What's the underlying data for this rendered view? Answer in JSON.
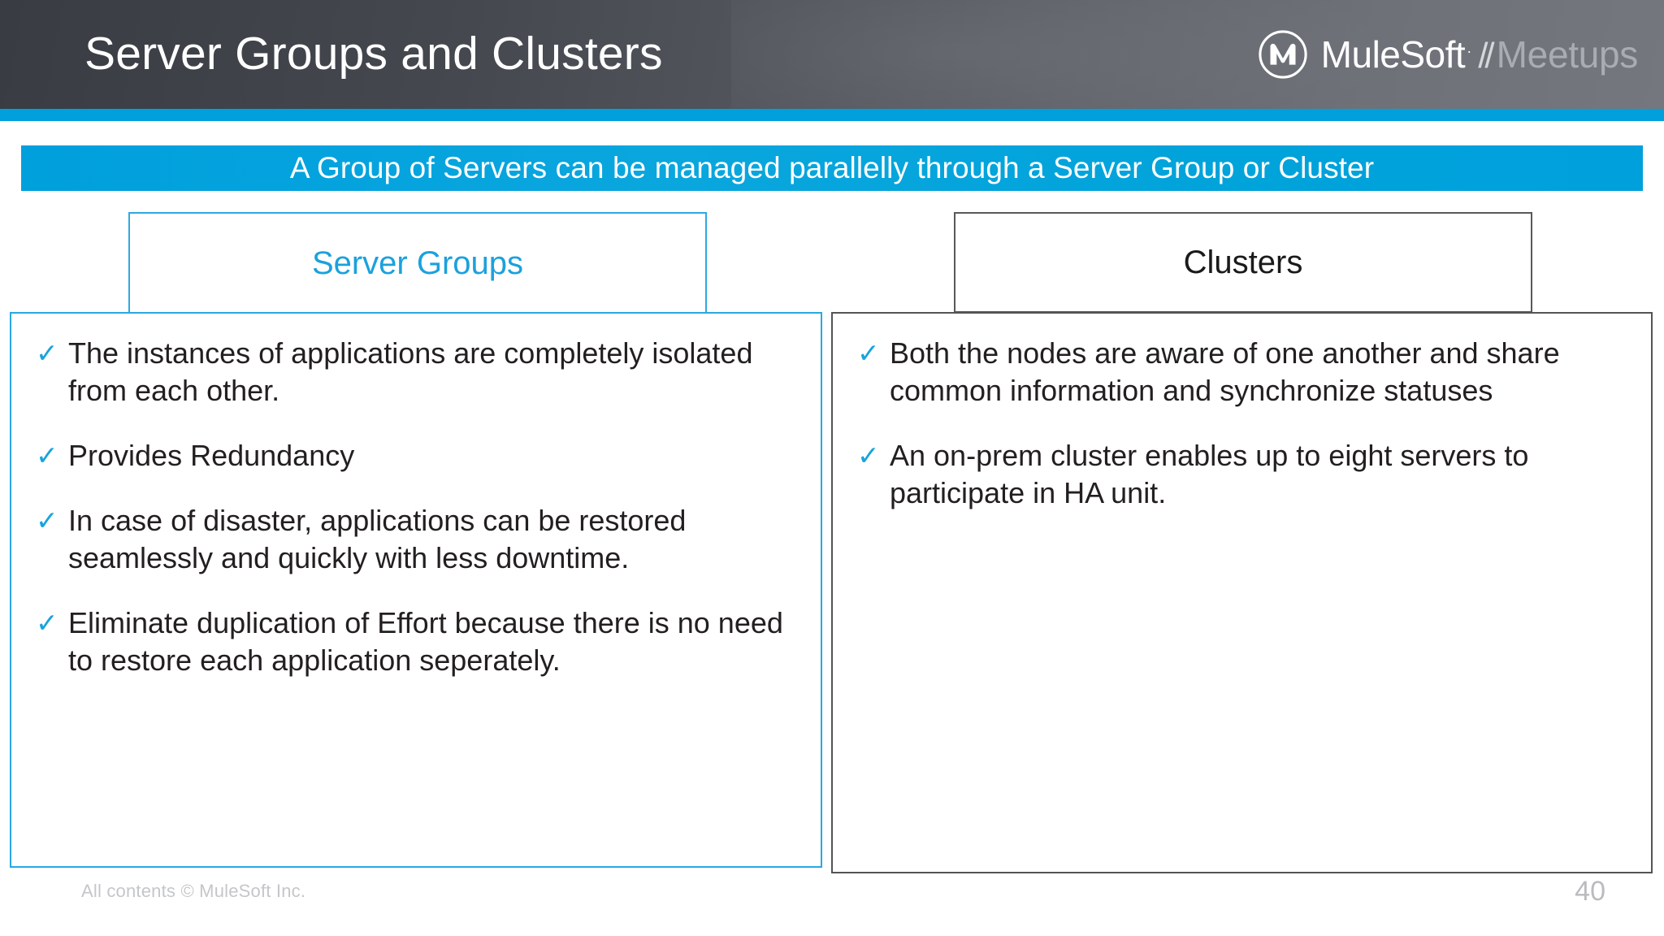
{
  "header": {
    "title": "Server Groups and Clusters",
    "brand": {
      "mark_icon": "mulesoft-m-logo-icon",
      "name": "MuleSoft",
      "registered": "·",
      "separator": "//",
      "sub": "Meetups"
    },
    "accent_color": "#00a0dd",
    "gradient_from": "#393c43",
    "gradient_to": "#74777e"
  },
  "banner": {
    "text": "A Group of Servers can be managed parallelly through a Server Group or Cluster",
    "background": "#00a0dd",
    "text_color": "#ffffff"
  },
  "columns": [
    {
      "id": "server-groups",
      "heading": "Server Groups",
      "heading_color": "#1ba1dd",
      "border_color": "#29a8e0",
      "bullet_icon": "check-icon",
      "bullets": [
        "The instances of applications are completely isolated from each other.",
        "Provides Redundancy",
        "In case of disaster, applications can be restored seamlessly and quickly with less downtime.",
        "Eliminate duplication of Effort because there is no need to restore each application seperately."
      ]
    },
    {
      "id": "clusters",
      "heading": "Clusters",
      "heading_color": "#1a1a1a",
      "border_color": "#545454",
      "bullet_icon": "check-icon",
      "bullets": [
        "Both the nodes are aware of one another and share common information and synchronize statuses",
        "An on-prem cluster enables up to eight servers to participate in HA unit."
      ]
    }
  ],
  "footer": {
    "copyright": "All contents © MuleSoft Inc.",
    "page_number": "40",
    "text_color": "#c4c6c9"
  },
  "check_glyph": "✓"
}
